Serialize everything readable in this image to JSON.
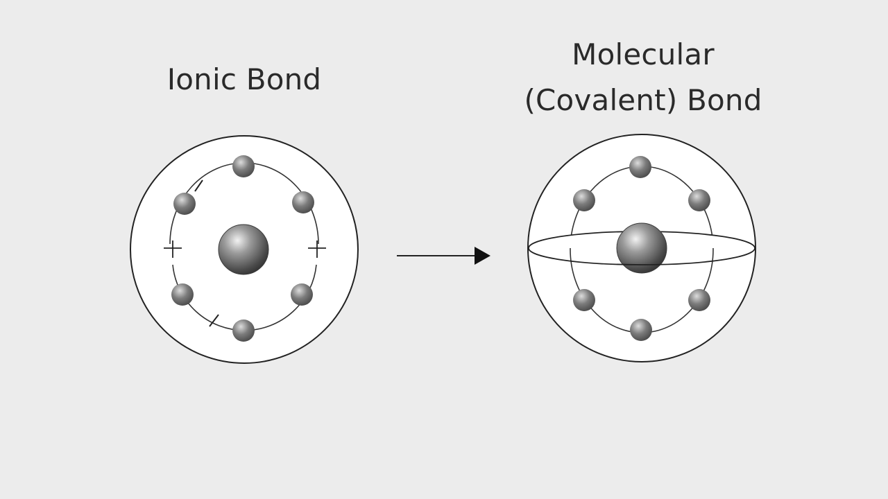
{
  "diagram": {
    "ionic": {
      "title": "Ionic Bond"
    },
    "covalent": {
      "title_line1": "Molecular",
      "title_line2": "(Covalent) Bond"
    }
  },
  "icons": {
    "arrow": "right-arrow-icon",
    "charge": "plus-sign-icon"
  },
  "colors": {
    "background": "#ececec",
    "outline": "#222222",
    "electron": "#6a6a6a",
    "nucleus": "#555555"
  }
}
